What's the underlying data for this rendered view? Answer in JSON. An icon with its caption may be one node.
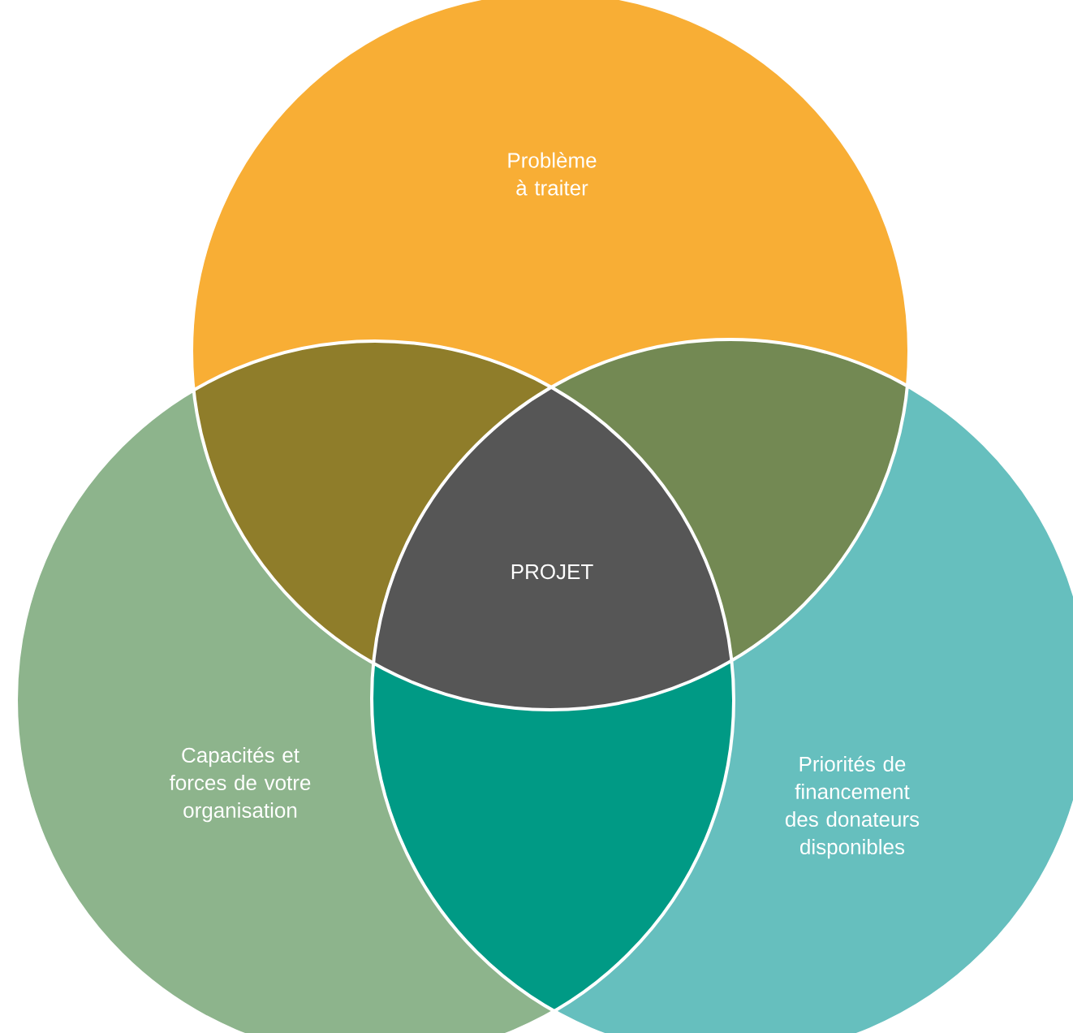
{
  "diagram": {
    "nodes": [
      {
        "text": [
          "Problème à traiter"
        ]
      },
      {
        "text": [
          "Capacités et forces de votre organisation"
        ]
      },
      {
        "text": [
          "Priorités de financement des donateurs disponibles"
        ]
      },
      {
        "text": [
          "PROJET"
        ]
      }
    ]
  }
}
